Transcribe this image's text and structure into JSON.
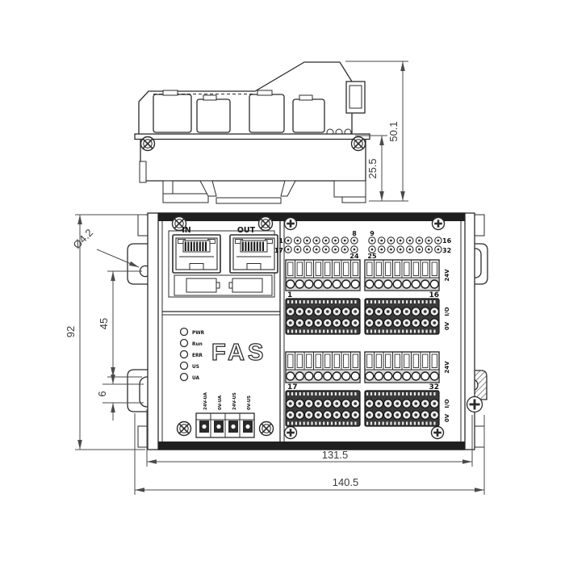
{
  "side_view": {
    "dim_height_total": "50.1",
    "dim_height_lower": "25.5"
  },
  "front_view": {
    "port_in_label": "IN",
    "port_out_label": "OUT",
    "logo": "FAS",
    "status_leds": [
      "PWR",
      "Run",
      "ERR",
      "US",
      "UA"
    ],
    "power_terminal_labels": [
      "24V-UA",
      "0V-UA",
      "24V-US",
      "0V-US"
    ],
    "io_indicator_numbers": {
      "row1_first": "1",
      "row1_g1_last": "8",
      "row1_g2_first": "9",
      "row1_last": "16",
      "row2_first": "17",
      "row2_g1_last": "24",
      "row2_g2_first": "25",
      "row2_last": "32"
    },
    "terminal_group_numbers": {
      "top_left": "1",
      "top_right": "16",
      "bottom_left": "17",
      "bottom_right": "32"
    },
    "channel_labels": {
      "supply": "24V",
      "io": "I/O",
      "ground": "0V"
    }
  },
  "dimensions": {
    "mounting_hole_dia": "Ø4.2",
    "height": "92",
    "hole_to_slot": "45",
    "slot_width": "6",
    "mounting_width": "131.5",
    "overall_width": "140.5"
  },
  "colors": {
    "line": "#2b2b2b",
    "dim_line": "#4a4a4a",
    "dark_fill": "#1f1f1f",
    "block_dark": "#3a3a3a"
  }
}
